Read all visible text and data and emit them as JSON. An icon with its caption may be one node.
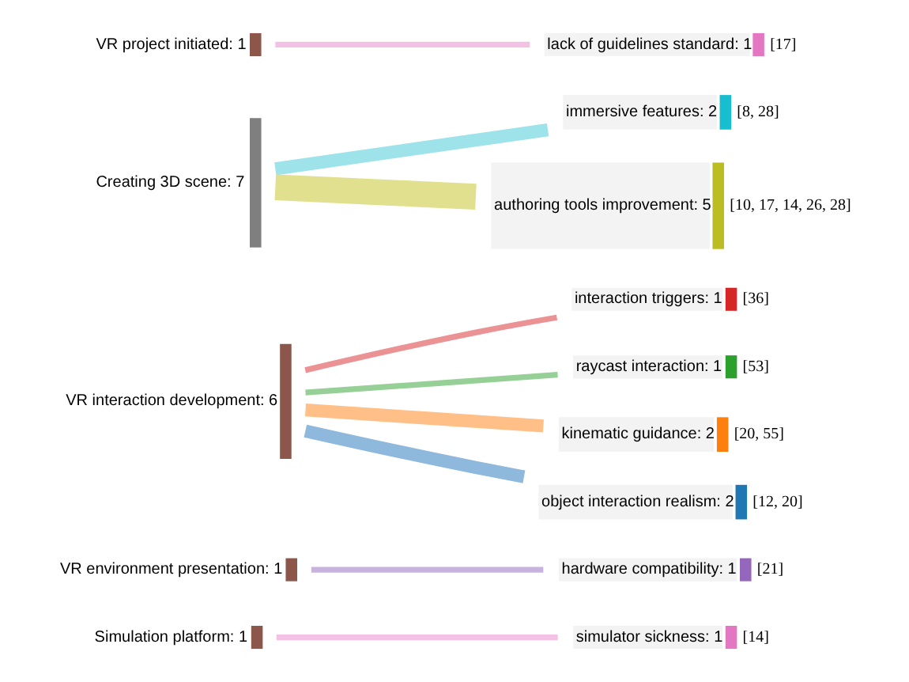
{
  "diagram": {
    "nodes": [
      {
        "text": [
          "VR project initiated: 1"
        ]
      },
      {
        "text": [
          "Creating 3D scene: 7"
        ]
      },
      {
        "text": [
          "VR interaction development: 6"
        ]
      },
      {
        "text": [
          "VR environment presentation: 1"
        ]
      },
      {
        "text": [
          "Simulation platform: 1"
        ]
      },
      {
        "text": [
          "lack of guidelines standard: 1"
        ],
        "beside": [
          "[17]"
        ]
      },
      {
        "text": [
          "authoring tools improvement: 5"
        ],
        "beside": [
          "[10, 17, 14, 26, 28]"
        ]
      },
      {
        "text": [
          "immersive features: 2"
        ],
        "beside": [
          "[8, 28]"
        ]
      },
      {
        "text": [
          "object interaction realism: 2"
        ],
        "beside": [
          "[12, 20]"
        ]
      },
      {
        "text": [
          "kinematic guidance: 2"
        ],
        "beside": [
          "[20, 55]"
        ]
      },
      {
        "text": [
          "raycast interaction: 1"
        ],
        "beside": [
          "[53]"
        ]
      },
      {
        "text": [
          "interaction triggers: 1"
        ],
        "beside": [
          "[36]"
        ]
      },
      {
        "text": [
          "hardware compatibility: 1"
        ],
        "beside": [
          "[21]"
        ]
      },
      {
        "text": [
          "simulator sickness: 1"
        ],
        "beside": [
          "[14]"
        ]
      }
    ],
    "edges": [
      {
        "from": 0,
        "to": 5,
        "arrow": "none",
        "color": "#f4c1e5"
      },
      {
        "from": 1,
        "to": 6,
        "arrow": "none",
        "style": "thick",
        "color": "#e0e08f"
      },
      {
        "from": 1,
        "to": 7,
        "arrow": "none",
        "style": "thick",
        "color": "#9ee3ea"
      },
      {
        "from": 2,
        "to": 8,
        "arrow": "none",
        "style": "thick",
        "color": "#8fb9dc"
      },
      {
        "from": 2,
        "to": 9,
        "arrow": "none",
        "style": "thick",
        "color": "#ffbf87"
      },
      {
        "from": 2,
        "to": 10,
        "arrow": "none",
        "color": "#96d096"
      },
      {
        "from": 2,
        "to": 11,
        "arrow": "none",
        "color": "#eb9394"
      },
      {
        "from": 3,
        "to": 12,
        "arrow": "none",
        "color": "#c9b3de"
      },
      {
        "from": 4,
        "to": 13,
        "arrow": "none",
        "color": "#f4c1e5"
      }
    ]
  }
}
